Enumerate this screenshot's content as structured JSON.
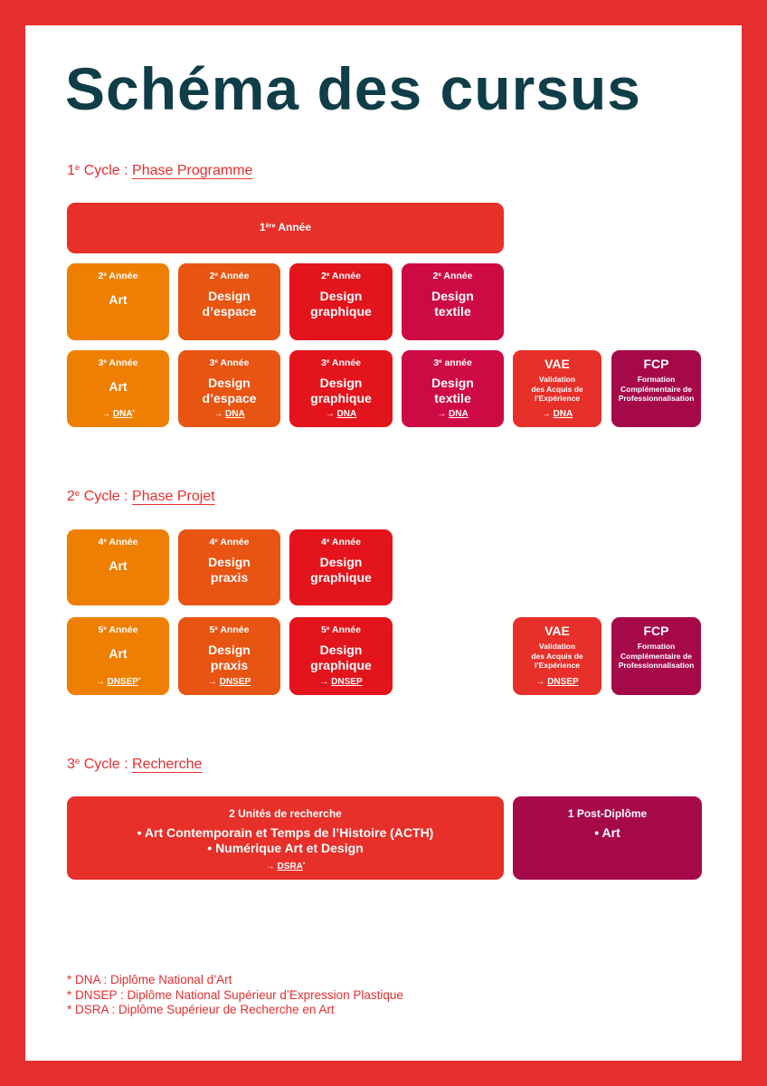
{
  "title": "Schéma des cursus",
  "cycles": [
    {
      "num": "1",
      "sup": "e",
      "label": " Cycle : ",
      "phase": "Phase Programme"
    },
    {
      "num": "2",
      "sup": "e",
      "label": " Cycle : ",
      "phase": "Phase Projet"
    },
    {
      "num": "3",
      "sup": "e",
      "label": " Cycle : ",
      "phase": "Recherche"
    }
  ],
  "colors": {
    "border": "#e52e2e",
    "title": "#0f3d48",
    "art": "#ee7f00",
    "espace": "#e85412",
    "graphique": "#e3141b",
    "textile": "#ce0a45",
    "vae": "#e63029",
    "fcp": "#a6094a"
  },
  "boxes": [
    {
      "id": "y1",
      "color": "#e63029",
      "year": {
        "n": "1",
        "sup": "ère",
        "w": " Année"
      }
    },
    {
      "id": "a2",
      "color": "#ee7f00",
      "year": {
        "n": "2",
        "sup": "e",
        "w": " Année"
      },
      "title": [
        "Art"
      ]
    },
    {
      "id": "e2",
      "color": "#e85412",
      "year": {
        "n": "2",
        "sup": "e",
        "w": " Année"
      },
      "title": [
        "Design",
        "d’espace"
      ]
    },
    {
      "id": "g2",
      "color": "#e3141b",
      "year": {
        "n": "2",
        "sup": "e",
        "w": " Année"
      },
      "title": [
        "Design",
        "graphique"
      ]
    },
    {
      "id": "t2",
      "color": "#ce0a45",
      "year": {
        "n": "2",
        "sup": "e",
        "w": " Année"
      },
      "title": [
        "Design",
        "textile"
      ]
    },
    {
      "id": "a3",
      "color": "#ee7f00",
      "year": {
        "n": "3",
        "sup": "e",
        "w": " Année"
      },
      "title": [
        "Art"
      ],
      "diploma": "DNA",
      "star": "*"
    },
    {
      "id": "e3",
      "color": "#e85412",
      "year": {
        "n": "3",
        "sup": "e",
        "w": " Année"
      },
      "title": [
        "Design",
        "d’espace"
      ],
      "diploma": "DNA"
    },
    {
      "id": "g3",
      "color": "#e3141b",
      "year": {
        "n": "3",
        "sup": "e",
        "w": " Année"
      },
      "title": [
        "Design",
        "graphique"
      ],
      "diploma": "DNA"
    },
    {
      "id": "t3",
      "color": "#ce0a45",
      "year": {
        "n": "3",
        "sup": "e",
        "w": " année"
      },
      "title": [
        "Design",
        "textile"
      ],
      "diploma": "DNA"
    },
    {
      "id": "v1",
      "color": "#e63029",
      "abbr": "VAE",
      "desc": [
        "Validation",
        "des Acquis de",
        "l’Expérience"
      ],
      "diploma": "DNA"
    },
    {
      "id": "f1",
      "color": "#a6094a",
      "abbr": "FCP",
      "desc": [
        "Formation",
        "Complémentaire de",
        "Professionnalisation"
      ]
    },
    {
      "id": "a4",
      "color": "#ee7f00",
      "year": {
        "n": "4",
        "sup": "e",
        "w": " Année"
      },
      "title": [
        "Art"
      ]
    },
    {
      "id": "p4",
      "color": "#e85412",
      "year": {
        "n": "4",
        "sup": "e",
        "w": " Année"
      },
      "title": [
        "Design",
        "praxis"
      ]
    },
    {
      "id": "g4",
      "color": "#e3141b",
      "year": {
        "n": "4",
        "sup": "e",
        "w": " Année"
      },
      "title": [
        "Design",
        "graphique"
      ]
    },
    {
      "id": "a5",
      "color": "#ee7f00",
      "year": {
        "n": "5",
        "sup": "e",
        "w": " Année"
      },
      "title": [
        "Art"
      ],
      "diploma": "DNSEP",
      "star": "*"
    },
    {
      "id": "p5",
      "color": "#e85412",
      "year": {
        "n": "5",
        "sup": "e",
        "w": " Année"
      },
      "title": [
        "Design",
        "praxis"
      ],
      "diploma": "DNSEP"
    },
    {
      "id": "g5",
      "color": "#e3141b",
      "year": {
        "n": "5",
        "sup": "e",
        "w": " Année"
      },
      "title": [
        "Design",
        "graphique"
      ],
      "diploma": "DNSEP"
    },
    {
      "id": "v2",
      "color": "#e63029",
      "abbr": "VAE",
      "desc": [
        "Validation",
        "des Acquis de",
        "l’Expérience"
      ],
      "diploma": "DNSEP"
    },
    {
      "id": "f2",
      "color": "#a6094a",
      "abbr": "FCP",
      "desc": [
        "Formation",
        "Complémentaire de",
        "Professionnalisation"
      ]
    },
    {
      "id": "r1",
      "color": "#e63029",
      "heading": "2 Unités de recherche",
      "items": [
        "• Art Contemporain et Temps de l’Histoire (ACTH)",
        "• Numérique Art et Design"
      ],
      "diploma": "DSRA",
      "star": "*"
    },
    {
      "id": "r2",
      "color": "#a6094a",
      "heading": "1 Post-Diplôme",
      "items": [
        "• Art"
      ]
    }
  ],
  "footnotes": [
    "* DNA : Diplôme National d’Art",
    "* DNSEP : Diplôme National Supérieur d’Expression Plastique",
    "* DSRA : Diplôme Supérieur de Recherche en Art"
  ]
}
